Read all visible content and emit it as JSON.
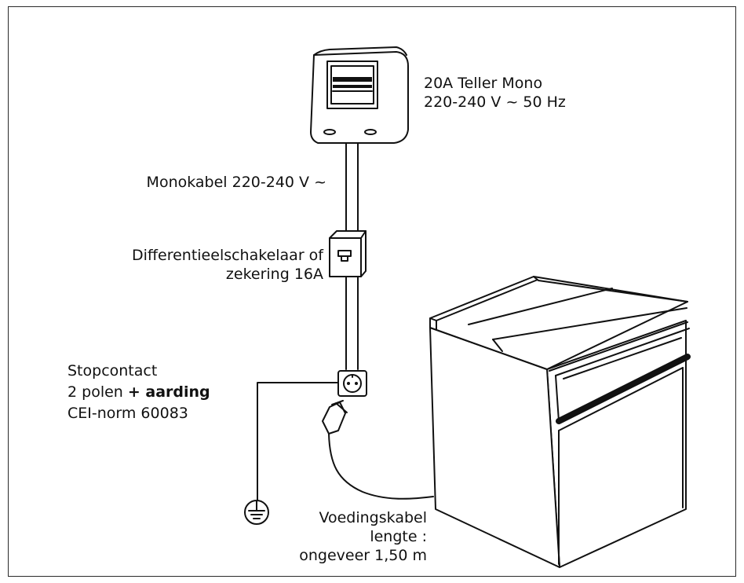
{
  "labels": {
    "meter_line1": "20A Teller Mono",
    "meter_line2": "220-240 V ~ 50 Hz",
    "monocable": "Monokabel 220-240 V ~",
    "switch_line1": "Differentieelschakelaar of",
    "switch_line2": "zekering 16A",
    "socket_line1": "Stopcontact",
    "socket_line2_plain": "2 polen ",
    "socket_line2_bold": "+ aarding",
    "socket_line3": "CEI-norm 60083",
    "cable_line1": "Voedingskabel",
    "cable_line2": "lengte :",
    "cable_line3": "ongeveer 1,50 m"
  }
}
